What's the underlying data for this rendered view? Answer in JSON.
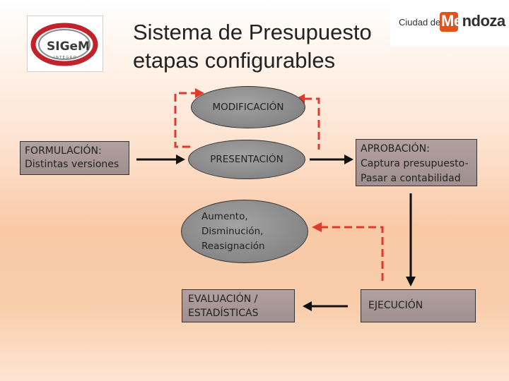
{
  "header": {
    "title_lines": [
      "Sistema de Presupuesto",
      "etapas configurables"
    ],
    "left_logo": {
      "text": "SIGeM",
      "subtext": "INTEGRO"
    },
    "right_logo": {
      "prefix": "Ciudad de",
      "name_highlight": "Me",
      "name_rest": "ndoza",
      "accent": "#e0531d"
    }
  },
  "diagram": {
    "formulacion": [
      "FORMULACIÓN:",
      "Distintas versiones"
    ],
    "modificacion": "MODIFICACIÓN",
    "presentacion": "PRESENTACIÓN",
    "aprobacion": [
      "APROBACIÓN:",
      "Captura presupuesto-",
      "Pasar a contabilidad"
    ],
    "ajustes": [
      "Aumento,",
      "Disminución,",
      "Reasignación"
    ],
    "evaluacion": [
      "EVALUACIÓN /",
      "ESTADÍSTICAS"
    ],
    "ejecucion": "EJECUCIÓN"
  },
  "colors": {
    "dashed_arrow": "#e03a2e",
    "solid_arrow": "#111111"
  }
}
